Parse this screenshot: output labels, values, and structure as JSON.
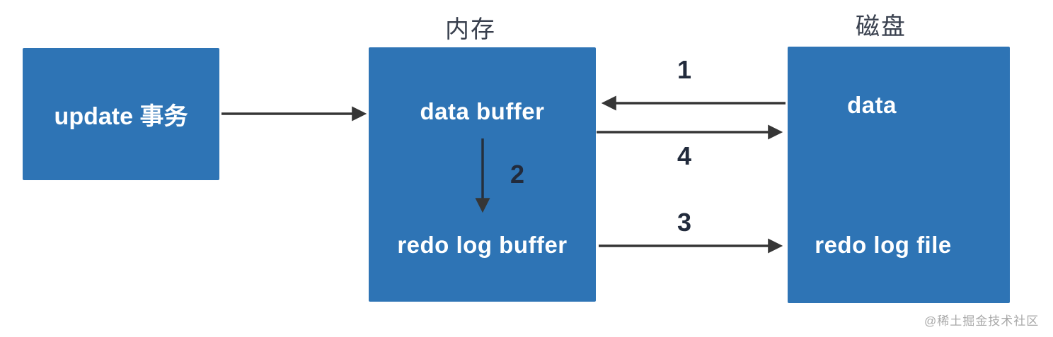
{
  "titles": {
    "memory": "内存",
    "disk": "磁盘"
  },
  "nodes": {
    "update_transaction": "update 事务",
    "data_buffer": "data buffer",
    "redo_log_buffer": "redo log buffer",
    "disk_data": "data",
    "redo_log_file": "redo log file"
  },
  "steps": {
    "s1": "1",
    "s2": "2",
    "s3": "3",
    "s4": "4"
  },
  "arrows": {
    "update_to_data_buffer": "update 事务 → data buffer",
    "disk_data_to_data_buffer": "data (disk) → data buffer (step 1)",
    "data_buffer_to_redo_log_buffer": "data buffer → redo log buffer (step 2)",
    "redo_log_buffer_to_redo_log_file": "redo log buffer → redo log file (step 3)",
    "data_buffer_to_disk_data": "data buffer → data (disk) (step 4)"
  },
  "watermark": "@稀土掘金技术社区",
  "colors": {
    "box_blue": "#2e74b5",
    "arrow": "#363636",
    "step_text": "#222b3c",
    "title_text": "#39404e",
    "box_text": "#ffffff",
    "watermark": "#a8a8a8",
    "background": "#ffffff"
  }
}
